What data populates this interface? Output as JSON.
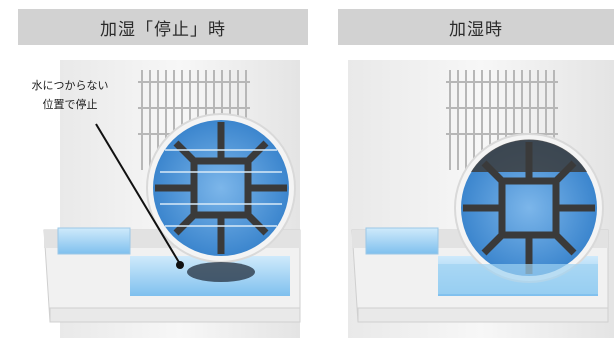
{
  "panels": [
    {
      "heading": "加湿「停止」時",
      "filter_state": "stopped",
      "annotation": [
        "水につからない",
        "位置で停止"
      ]
    },
    {
      "heading": "加湿時",
      "filter_state": "humidifying"
    }
  ],
  "colors": {
    "header_bg": "#d2d2d2",
    "filter_blue": "#3f8fd6",
    "water": "#9fd3f2",
    "frame": "#3b3b3b"
  }
}
